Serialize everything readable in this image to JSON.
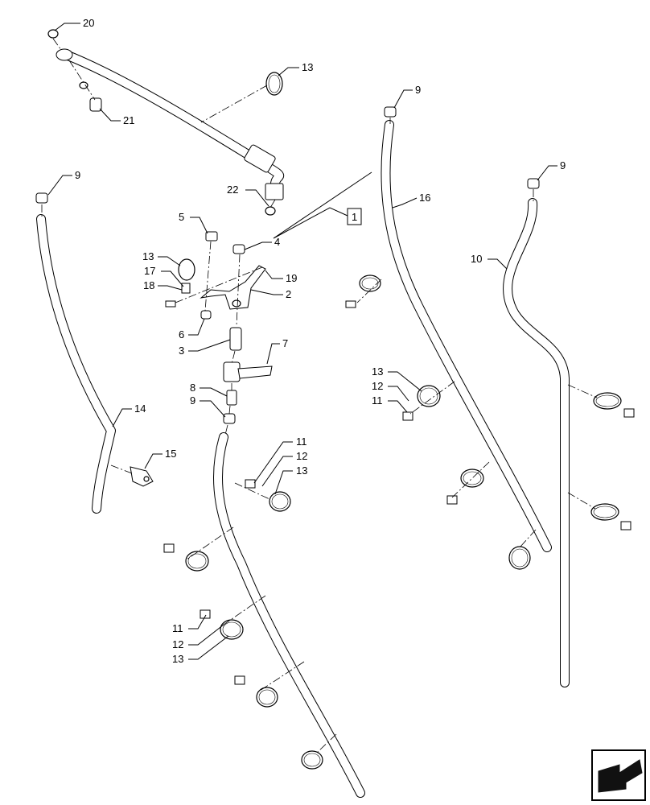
{
  "callouts": [
    {
      "id": "c20",
      "text": "20"
    },
    {
      "id": "c13a",
      "text": "13"
    },
    {
      "id": "c21",
      "text": "21"
    },
    {
      "id": "c9a",
      "text": "9"
    },
    {
      "id": "c9b",
      "text": "9"
    },
    {
      "id": "c9c",
      "text": "9"
    },
    {
      "id": "c16",
      "text": "16"
    },
    {
      "id": "c22",
      "text": "22"
    },
    {
      "id": "c5",
      "text": "5"
    },
    {
      "id": "c4",
      "text": "4"
    },
    {
      "id": "c13b",
      "text": "13"
    },
    {
      "id": "c17",
      "text": "17"
    },
    {
      "id": "c18",
      "text": "18"
    },
    {
      "id": "c19",
      "text": "19"
    },
    {
      "id": "c2",
      "text": "2"
    },
    {
      "id": "c6",
      "text": "6"
    },
    {
      "id": "c3",
      "text": "3"
    },
    {
      "id": "c7",
      "text": "7"
    },
    {
      "id": "c10",
      "text": "10"
    },
    {
      "id": "c8",
      "text": "8"
    },
    {
      "id": "c9d",
      "text": "9"
    },
    {
      "id": "c14",
      "text": "14"
    },
    {
      "id": "c15",
      "text": "15"
    },
    {
      "id": "c11a",
      "text": "11"
    },
    {
      "id": "c12a",
      "text": "12"
    },
    {
      "id": "c13c",
      "text": "13"
    },
    {
      "id": "c13d",
      "text": "13"
    },
    {
      "id": "c12b",
      "text": "12"
    },
    {
      "id": "c11b",
      "text": "11"
    },
    {
      "id": "c11c",
      "text": "11"
    },
    {
      "id": "c12c",
      "text": "12"
    },
    {
      "id": "c13e",
      "text": "13"
    }
  ],
  "box_label": {
    "text": "1"
  },
  "icons": {
    "nav": "page-navigation-arrow-icon"
  }
}
